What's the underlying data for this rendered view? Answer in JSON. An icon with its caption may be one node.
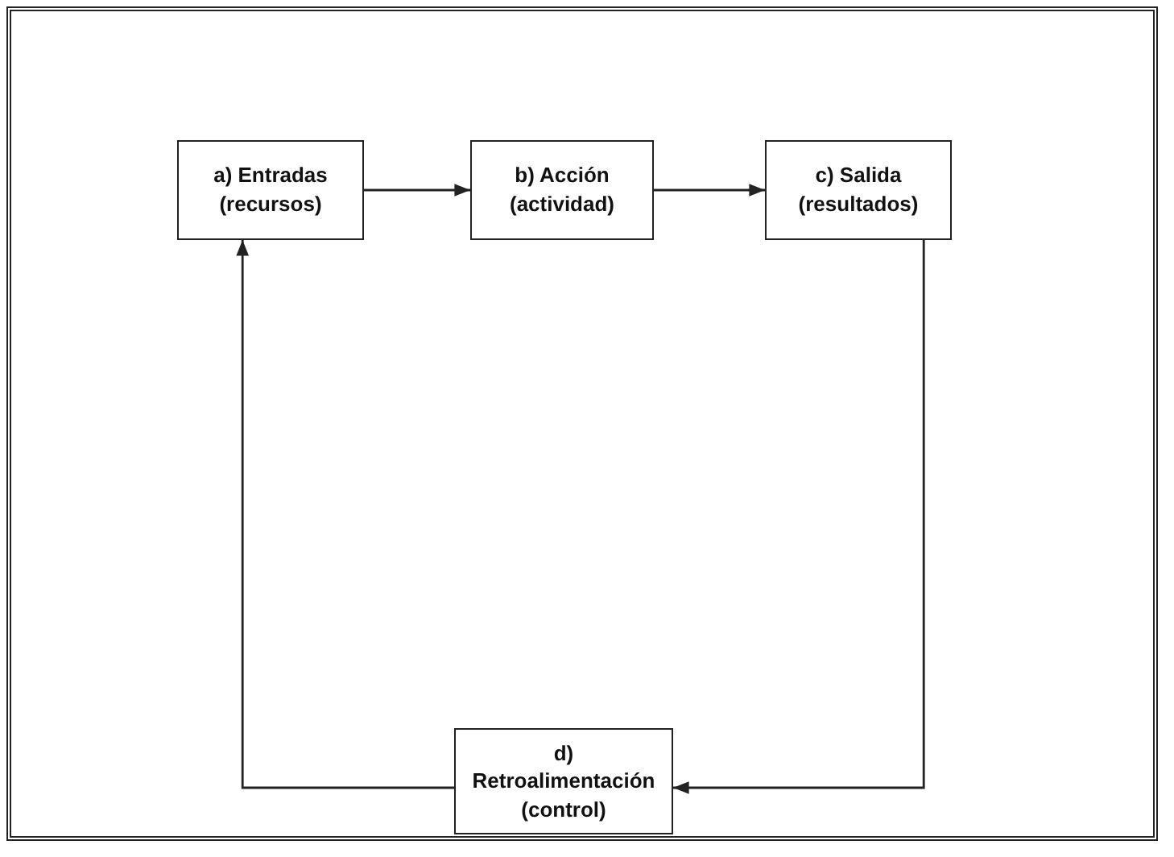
{
  "diagram": {
    "nodes": [
      {
        "text": [
          "a) Entradas (recursos)"
        ]
      },
      {
        "text": [
          "b) Acción (actividad)"
        ]
      },
      {
        "text": [
          "c) Salida (resultados)"
        ]
      },
      {
        "text": [
          "d) Retroalimentación (control)"
        ]
      }
    ],
    "edges": [
      {
        "from": 0,
        "to": 1,
        "arrow": "to"
      },
      {
        "from": 1,
        "to": 2,
        "arrow": "to"
      },
      {
        "from": 2,
        "to": 3,
        "arrow": "to"
      },
      {
        "from": 3,
        "to": 0,
        "arrow": "to"
      }
    ]
  }
}
